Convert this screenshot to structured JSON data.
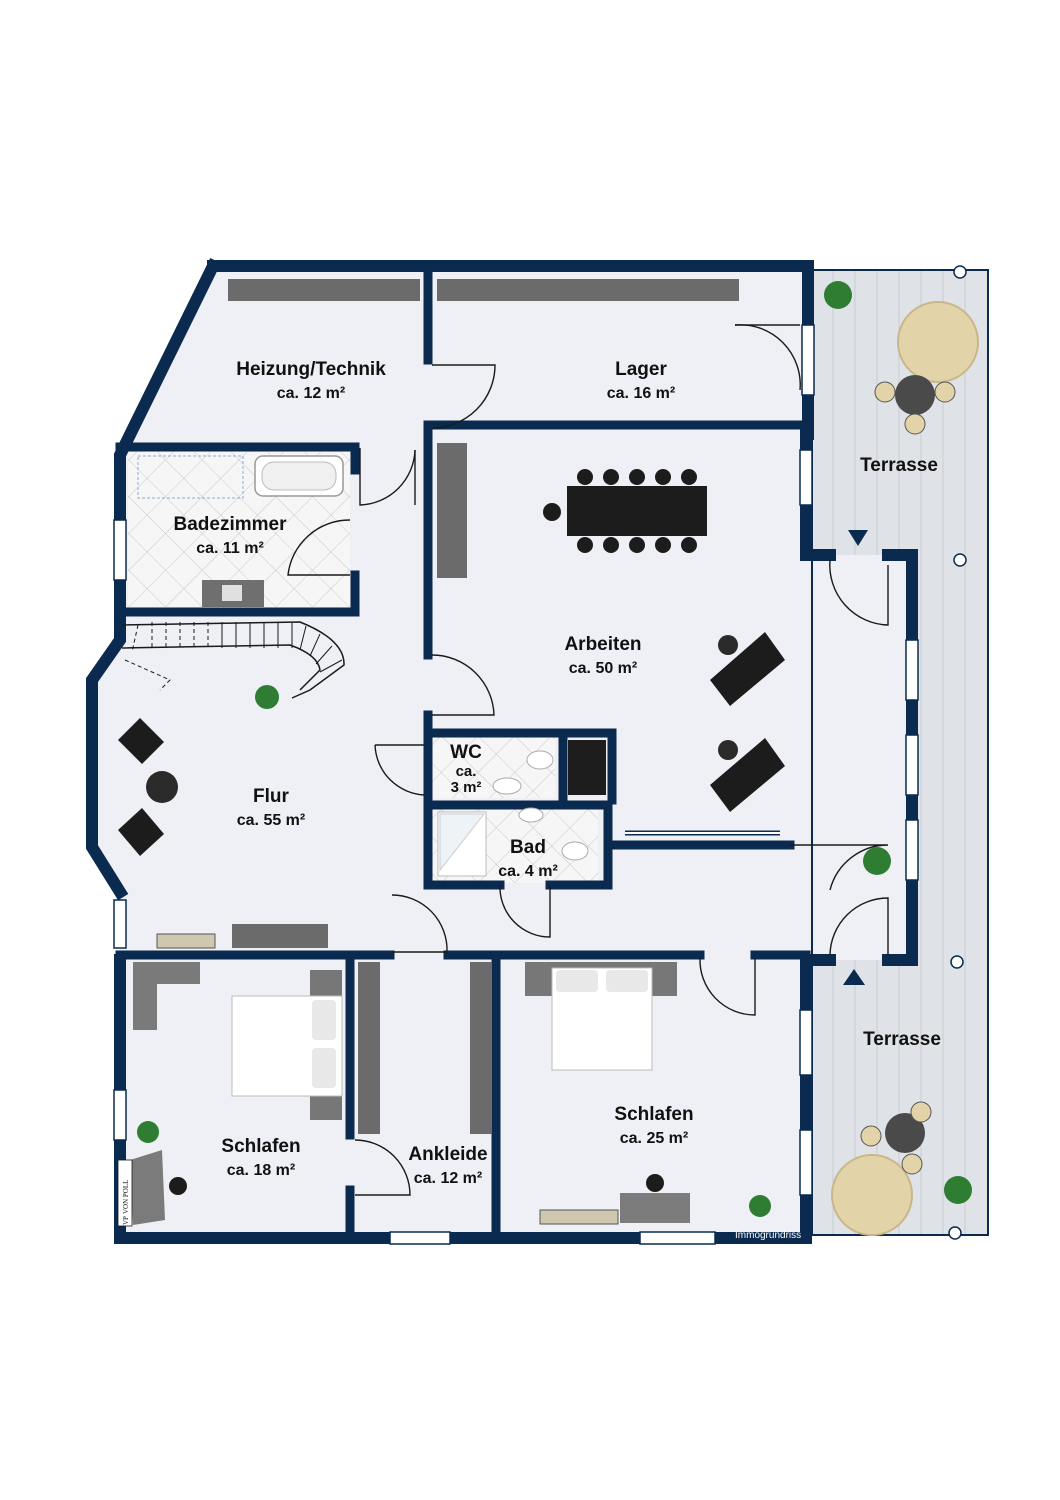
{
  "rooms": {
    "heizung": {
      "name": "Heizung/Technik",
      "area": "ca. 12 m²"
    },
    "lager": {
      "name": "Lager",
      "area": "ca. 16 m²"
    },
    "badezimmer": {
      "name": "Badezimmer",
      "area": "ca. 11 m²"
    },
    "arbeiten": {
      "name": "Arbeiten",
      "area": "ca. 50 m²"
    },
    "wc": {
      "name": "WC",
      "area_line1": "ca.",
      "area_line2": "3 m²"
    },
    "bad": {
      "name": "Bad",
      "area": "ca. 4 m²"
    },
    "flur": {
      "name": "Flur",
      "area": "ca. 55 m²"
    },
    "schlafen_left": {
      "name": "Schlafen",
      "area": "ca. 18 m²"
    },
    "ankleide": {
      "name": "Ankleide",
      "area": "ca. 12 m²"
    },
    "schlafen_right": {
      "name": "Schlafen",
      "area": "ca. 25 m²"
    },
    "terrasse_top": {
      "name": "Terrasse"
    },
    "terrasse_bottom": {
      "name": "Terrasse"
    }
  },
  "footer": {
    "credit": "Immogrundriss"
  },
  "logo": {
    "text": "VON POLL",
    "mark": "VP"
  },
  "colors": {
    "wall": "#0a2a4f",
    "floor": "#eff0f5",
    "deck": "#dfe2e6",
    "tile": "#f5f5f5",
    "cabinet": "#6b6b6b",
    "desk": "#222222",
    "plant": "#2e7d32",
    "parasol": "#e3d3a8"
  }
}
